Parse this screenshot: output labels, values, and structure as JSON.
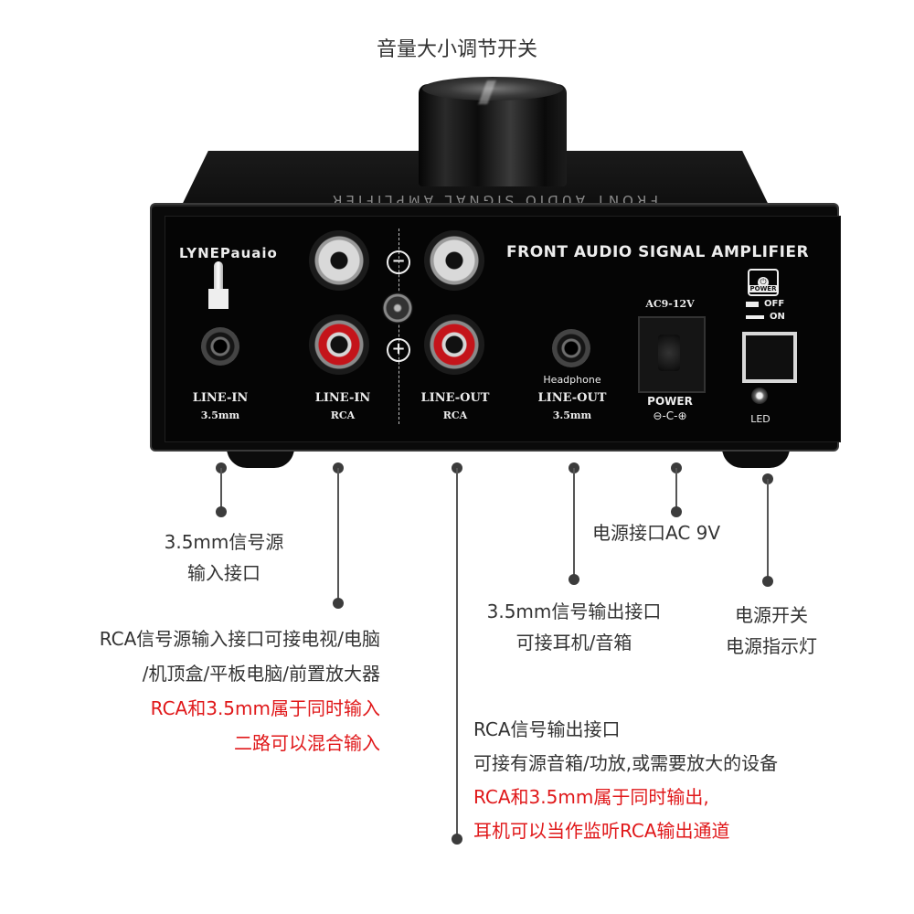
{
  "top_label": "音量大小调节开关",
  "panel": {
    "mirror_text": "FRONT AUDIO SIGNAL AMPLIFIER",
    "brand": "LYNEPauaio",
    "title": "FRONT AUDIO SIGNAL AMPLIFIER",
    "minus": "−",
    "plus": "+",
    "line_in_35": {
      "label": "LINE-IN",
      "sub": "3.5mm"
    },
    "line_in_rca": {
      "label": "LINE-IN",
      "sub": "RCA"
    },
    "line_out_rca": {
      "label": "LINE-OUT",
      "sub": "RCA"
    },
    "headphone": {
      "caption": "Headphone",
      "label": "LINE-OUT",
      "sub": "3.5mm"
    },
    "power_jack": {
      "rating": "AC9-12V",
      "label": "POWER",
      "polarity": "⊖-C-⊕"
    },
    "power_switch": {
      "icon_text": "POWER",
      "off": "OFF",
      "on": "ON"
    },
    "led": "LED"
  },
  "annotations": {
    "input_35": [
      "3.5mm信号源",
      "输入接口"
    ],
    "power_port": "电源接口AC 9V",
    "headphone_out": [
      "3.5mm信号输出接口",
      "可接耳机/音箱"
    ],
    "switch_led": [
      "电源开关",
      "电源指示灯"
    ],
    "rca_in": {
      "lines": [
        "RCA信号源输入接口可接电视/电脑",
        "/机顶盒/平板电脑/前置放大器"
      ],
      "red_lines": [
        "RCA和3.5mm属于同时输入",
        "二路可以混合输入"
      ]
    },
    "rca_out": {
      "lines": [
        "RCA信号输出接口",
        "可接有源音箱/功放,或需要放大的设备"
      ],
      "red_lines": [
        "RCA和3.5mm属于同时输出,",
        "耳机可以当作监听RCA输出通道"
      ]
    }
  }
}
